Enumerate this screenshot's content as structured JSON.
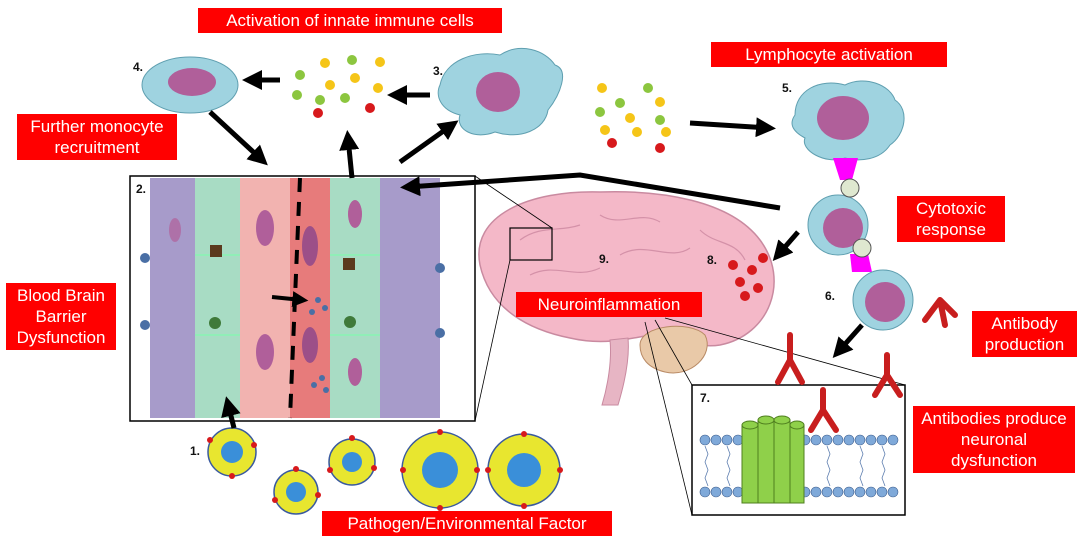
{
  "labels": {
    "activation_innate": "Activation of innate immune cells",
    "lymphocyte_activation": "Lymphocyte activation",
    "further_monocyte": "Further monocyte recruitment",
    "cytotoxic": "Cytotoxic response",
    "bbb_dysfunction": "Blood Brain Barrier Dysfunction",
    "neuroinflammation": "Neuroinflammation",
    "antibody_production": "Antibody production",
    "antibodies_neuronal": "Antibodies produce neuronal dysfunction",
    "pathogen": "Pathogen/Environmental Factor"
  },
  "steps": {
    "s1": "1.",
    "s2": "2.",
    "s3": "3.",
    "s4": "4.",
    "s5": "5.",
    "s6": "6.",
    "s7": "7.",
    "s8": "8.",
    "s9": "9."
  },
  "colors": {
    "label_bg": "#ff0000",
    "label_text": "#ffffff",
    "cell_body": "#9fd3e0",
    "nucleus": "#b05f9a",
    "cytokine_green": "#8cc63f",
    "cytokine_yellow": "#f5c518",
    "cytokine_red": "#d7191c",
    "antibody": "#c81e1e",
    "brain": "#f4b8c8",
    "channel": "#8fd04a",
    "membrane": "#7fa9d9",
    "bbb_endothelium": "#a8dcc4",
    "bbb_vessel": "#e88a8a",
    "astrocyte": "#8a79b8"
  }
}
